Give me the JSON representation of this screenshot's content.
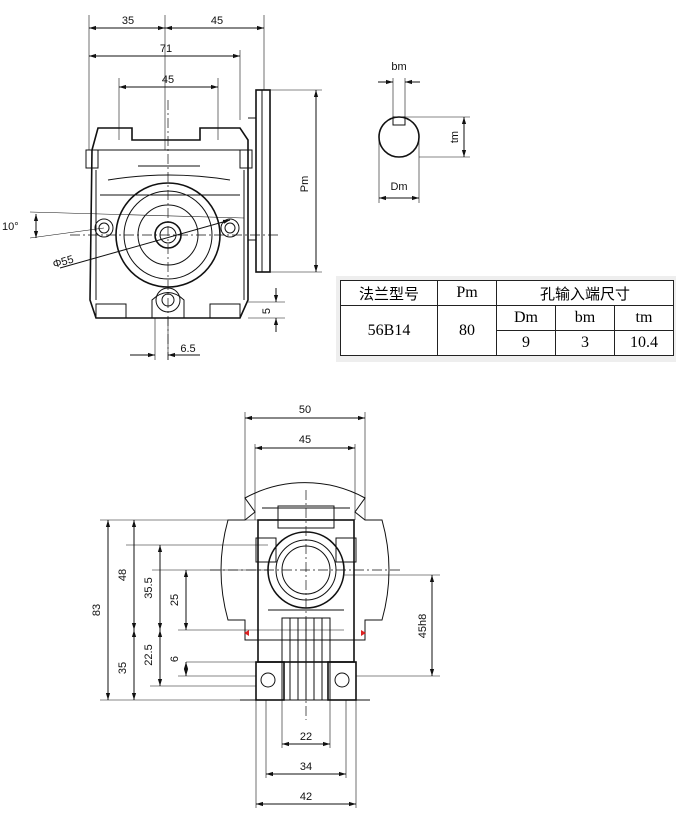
{
  "dims": {
    "top_left": {
      "w35": "35",
      "w45": "45",
      "w71": "71",
      "w45_inner": "45",
      "pm": "Pm",
      "angle": "10°",
      "dia": "Φ55",
      "h5": "5",
      "w6_5": "6.5"
    },
    "keyway": {
      "bm": "bm",
      "tm": "tm",
      "dm": "Dm"
    },
    "bottom": {
      "w50": "50",
      "w45": "45",
      "h83": "83",
      "h48": "48",
      "h35_5": "35.5",
      "h25": "25",
      "h22_5": "22.5",
      "h6": "6",
      "h35": "35",
      "h45h8": "45h8",
      "w22": "22",
      "w34": "34",
      "w42": "42"
    }
  },
  "table": {
    "header_flange": "法兰型号",
    "header_pm": "Pm",
    "header_bore": "孔输入端尺寸",
    "col_dm": "Dm",
    "col_bm": "bm",
    "col_tm": "tm",
    "row_model": "56B14",
    "row_pm": "80",
    "row_dm": "9",
    "row_bm": "3",
    "row_tm": "10.4"
  }
}
